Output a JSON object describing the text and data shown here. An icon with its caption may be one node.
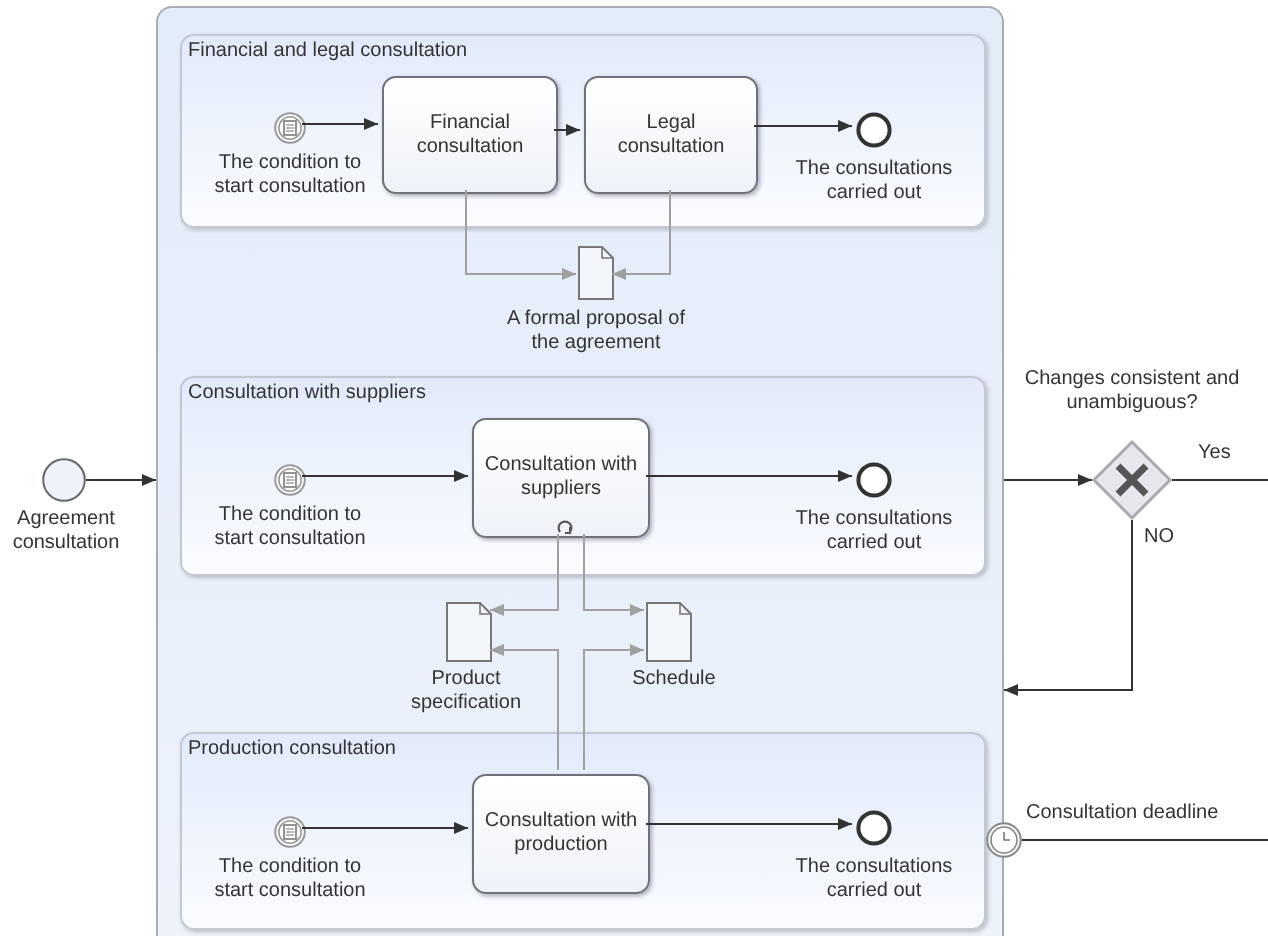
{
  "diagram": {
    "nodes": [
      {
        "text": [],
        "shape": "box"
      },
      {
        "text": [
          "Financial and legal consultation"
        ],
        "in": 0
      },
      {
        "text": [],
        "shape": "circle",
        "beside": [
          "The condition to start consultation"
        ],
        "in": 1
      },
      {
        "text": [
          "Financial consultation"
        ],
        "in": 1
      },
      {
        "text": [
          "Legal consultation"
        ],
        "in": 1
      },
      {
        "text": [],
        "shape": "circle",
        "beside": [
          "The consultations carried out"
        ],
        "in": 1
      },
      {
        "text": [],
        "shape": "document",
        "beside": [
          "A formal proposal of the agreement"
        ],
        "in": 0
      },
      {
        "text": [
          "Consultation with suppliers"
        ],
        "in": 0
      },
      {
        "text": [],
        "shape": "circle",
        "beside": [
          "The condition to start consultation"
        ],
        "in": 7
      },
      {
        "text": [
          "Consultation with suppliers"
        ],
        "in": 7
      },
      {
        "text": [],
        "shape": "circle",
        "beside": [
          "The consultations carried out"
        ],
        "in": 7
      },
      {
        "text": [],
        "shape": "document",
        "beside": [
          "Product specification"
        ],
        "in": 0
      },
      {
        "text": [],
        "shape": "document",
        "beside": [
          "Schedule"
        ],
        "in": 0
      },
      {
        "text": [
          "Production consultation"
        ],
        "in": 0
      },
      {
        "text": [],
        "shape": "circle",
        "beside": [
          "The condition to start consultation"
        ],
        "in": 13
      },
      {
        "text": [
          "Consultation with production"
        ],
        "in": 13
      },
      {
        "text": [],
        "shape": "circle",
        "beside": [
          "The consultations carried out"
        ],
        "in": 13
      },
      {
        "text": [],
        "shape": "circle",
        "beside": [
          "Agreement consultation"
        ]
      },
      {
        "text": [],
        "shape": "diamond",
        "beside": [
          "Changes consistent and unambiguous?"
        ]
      },
      {
        "text": [],
        "shape": "circle",
        "beside": [
          "Consultation deadline"
        ]
      }
    ],
    "edges": [
      {
        "from": 2,
        "to": 3,
        "arrow": "to"
      },
      {
        "from": 3,
        "to": 4,
        "arrow": "to"
      },
      {
        "from": 4,
        "to": 5,
        "arrow": "to"
      },
      {
        "from": 3,
        "to": 6,
        "arrow": "to",
        "color": "#a0a0a0"
      },
      {
        "from": 4,
        "to": 6,
        "arrow": "to",
        "color": "#a0a0a0"
      },
      {
        "from": 8,
        "to": 9,
        "arrow": "to"
      },
      {
        "from": 9,
        "to": 10,
        "arrow": "to"
      },
      {
        "from": 9,
        "to": 11,
        "arrow": "to",
        "color": "#a0a0a0"
      },
      {
        "from": 9,
        "to": 12,
        "arrow": "to",
        "color": "#a0a0a0"
      },
      {
        "from": 15,
        "to": 11,
        "arrow": "to",
        "color": "#a0a0a0"
      },
      {
        "from": 15,
        "to": 12,
        "arrow": "to",
        "color": "#a0a0a0"
      },
      {
        "from": 14,
        "to": 15,
        "arrow": "to"
      },
      {
        "from": 15,
        "to": 16,
        "arrow": "to"
      },
      {
        "from": 17,
        "to": 0,
        "arrow": "to"
      },
      {
        "from": 0,
        "to": 18,
        "arrow": "to"
      },
      {
        "from": 18,
        "to": null,
        "arrow": "none",
        "label": "Yes"
      },
      {
        "from": 18,
        "to": 0,
        "arrow": "to",
        "label": "NO"
      },
      {
        "from": 19,
        "to": null,
        "arrow": "none"
      }
    ]
  }
}
